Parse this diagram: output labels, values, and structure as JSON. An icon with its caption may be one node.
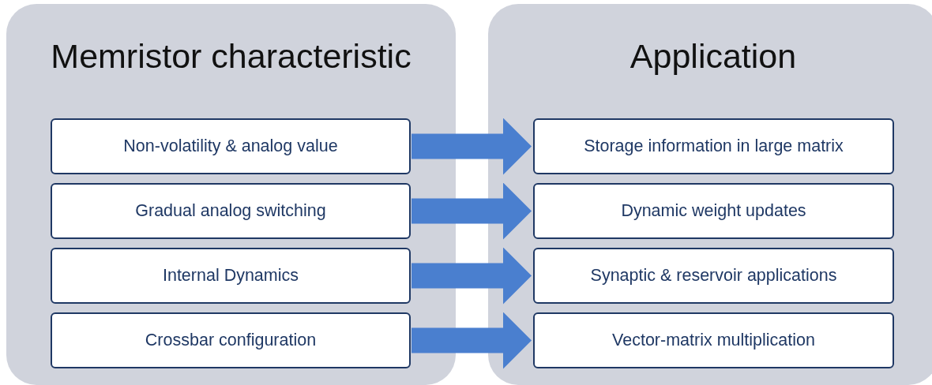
{
  "diagram": {
    "nodes": [
      {
        "text": [
          "Memristor characteristic"
        ]
      },
      {
        "text": [
          "Non-volatility & analog value"
        ],
        "in": 0
      },
      {
        "text": [
          "Gradual analog switching"
        ],
        "in": 0
      },
      {
        "text": [
          "Internal Dynamics"
        ],
        "in": 0
      },
      {
        "text": [
          "Crossbar configuration"
        ],
        "in": 0
      },
      {
        "text": [
          "Application"
        ]
      },
      {
        "text": [
          "Storage information in large matrix"
        ],
        "in": 5
      },
      {
        "text": [
          "Dynamic weight updates"
        ],
        "in": 5
      },
      {
        "text": [
          "Synaptic & reservoir applications"
        ],
        "in": 5
      },
      {
        "text": [
          "Vector-matrix multiplication"
        ],
        "in": 5
      }
    ],
    "edges": [
      {
        "from": 1,
        "to": 6,
        "arrow": "to"
      },
      {
        "from": 2,
        "to": 7,
        "arrow": "to"
      },
      {
        "from": 3,
        "to": 8,
        "arrow": "to"
      },
      {
        "from": 4,
        "to": 9,
        "arrow": "to"
      }
    ]
  }
}
